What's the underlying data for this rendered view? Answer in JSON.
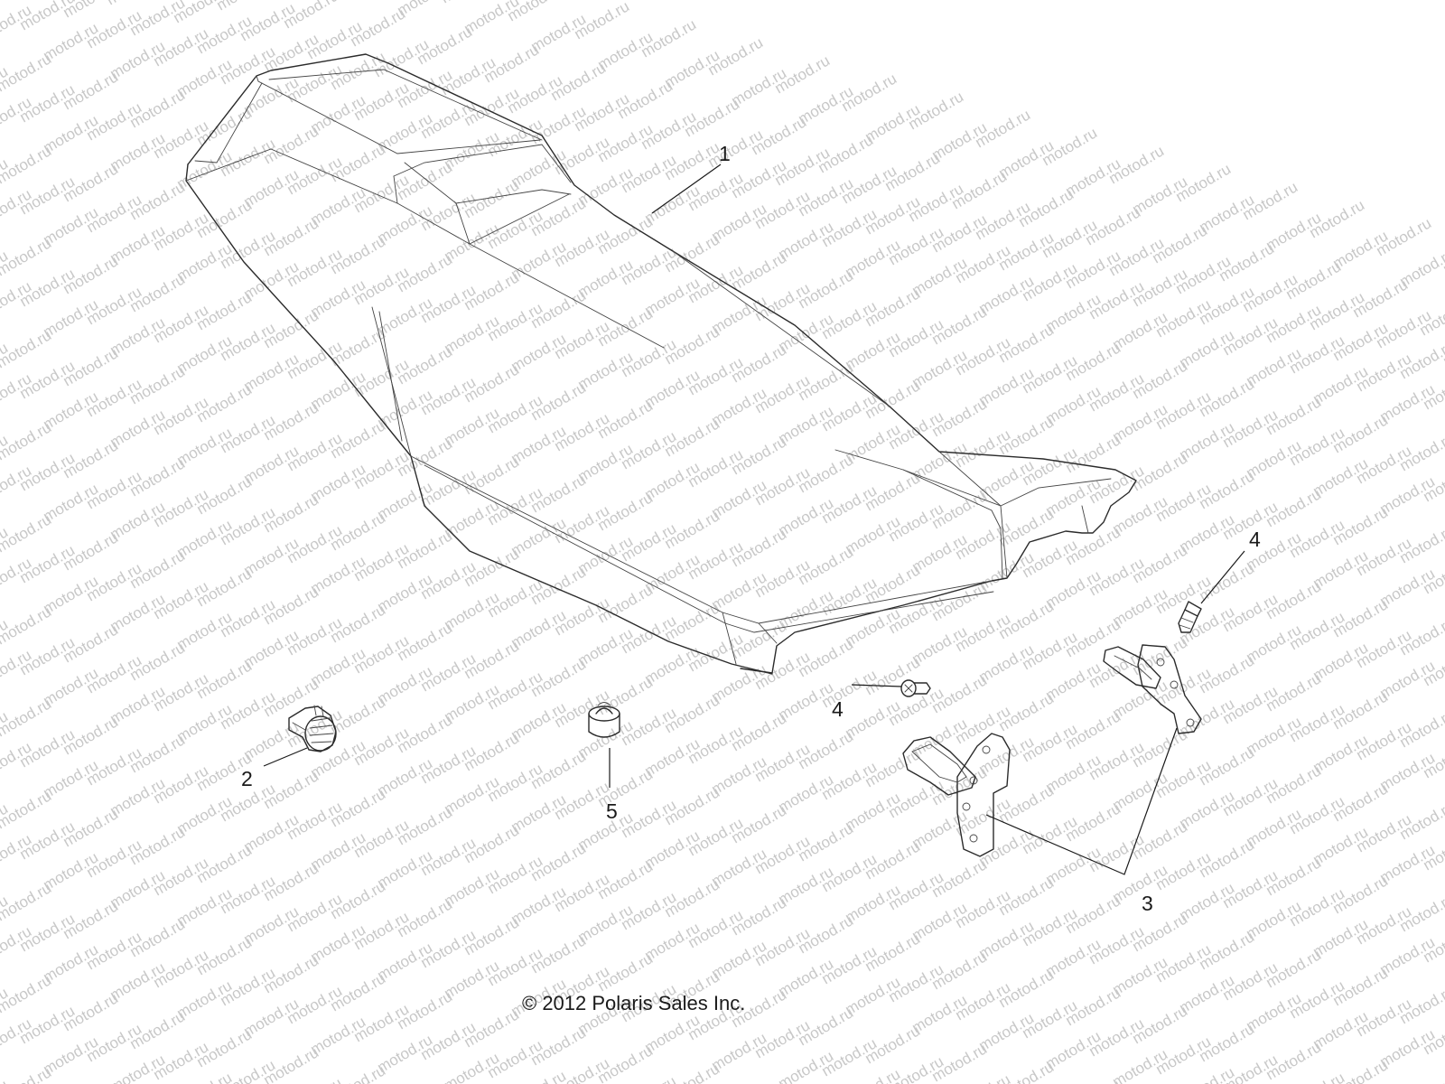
{
  "watermark": {
    "text": "motod.ru",
    "color": "#c8c8c8"
  },
  "parts": [
    {
      "id": "1",
      "name": "seat",
      "label": "1"
    },
    {
      "id": "2",
      "name": "latch",
      "label": "2"
    },
    {
      "id": "3",
      "name": "hinge-brackets",
      "label": "3"
    },
    {
      "id": "4a",
      "name": "screw-upper",
      "label": "4"
    },
    {
      "id": "4b",
      "name": "screw-lower",
      "label": "4"
    },
    {
      "id": "5",
      "name": "bumper",
      "label": "5"
    }
  ],
  "copyright": "© 2012 Polaris Sales Inc."
}
